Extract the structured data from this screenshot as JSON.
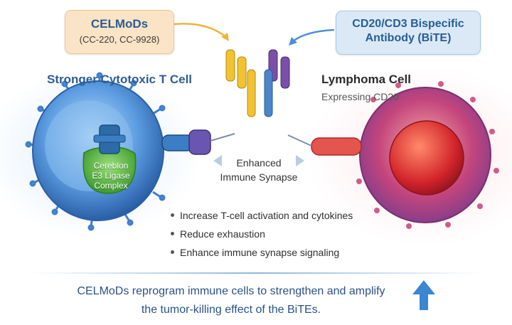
{
  "celmods_box": {
    "title": "CELMoDs",
    "compounds": "(CC-220, CC-9928)"
  },
  "bite_box": {
    "line1": "CD20/CD3 Bispecific",
    "line2": "Antibody (BiTE)"
  },
  "t_cell": {
    "heading": "Stronger Cytotoxic T Cell",
    "complex_line1": "Cereblon",
    "complex_line2": "E3 Ligase",
    "complex_line3": "Complex"
  },
  "lymphoma": {
    "heading": "Lymphoma Cell",
    "subheading": "Expressing CD20"
  },
  "synapse": {
    "line1": "Enhanced",
    "line2": "Immune Synapse"
  },
  "effects": [
    "Increase T-cell activation and cytokines",
    "Reduce exhaustion",
    "Enhance immune synapse signaling"
  ],
  "footer": {
    "line1": "CELMoDs reprogram immune cells to strengthen and amplify",
    "line2": "the tumor-killing effect of the BiTEs."
  },
  "colors": {
    "t_cell": "#3f86d4",
    "lymphoma": "#d23a48",
    "antibody_yellow": "#f2c230",
    "antibody_purple": "#7a4fa8",
    "heading_blue": "#2c5e95"
  }
}
